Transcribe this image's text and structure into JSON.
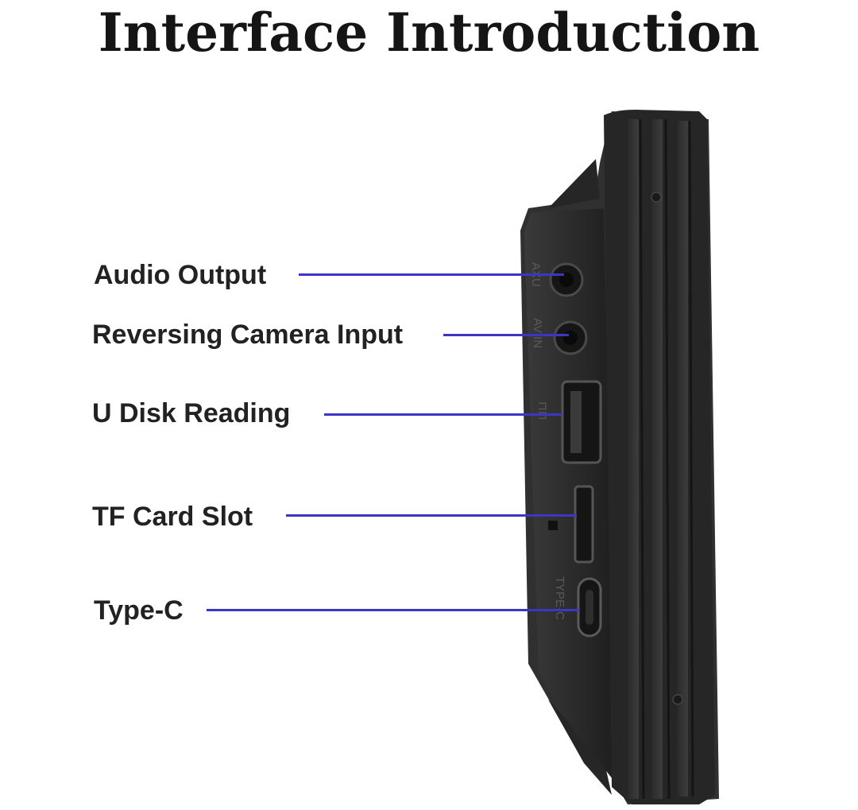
{
  "title": "Interface Introduction",
  "callouts": [
    {
      "label": "Audio Output"
    },
    {
      "label": "Reversing Camera Input"
    },
    {
      "label": "U Disk Reading"
    },
    {
      "label": "TF Card Slot"
    },
    {
      "label": "Type-C"
    }
  ],
  "port_text": {
    "aux": "AXU",
    "avin": "AV IN",
    "type_c": "TYPE-C"
  },
  "colors": {
    "leader_line": "#3b36c4",
    "device_body": "#2b2b2b",
    "background": "#ffffff"
  }
}
